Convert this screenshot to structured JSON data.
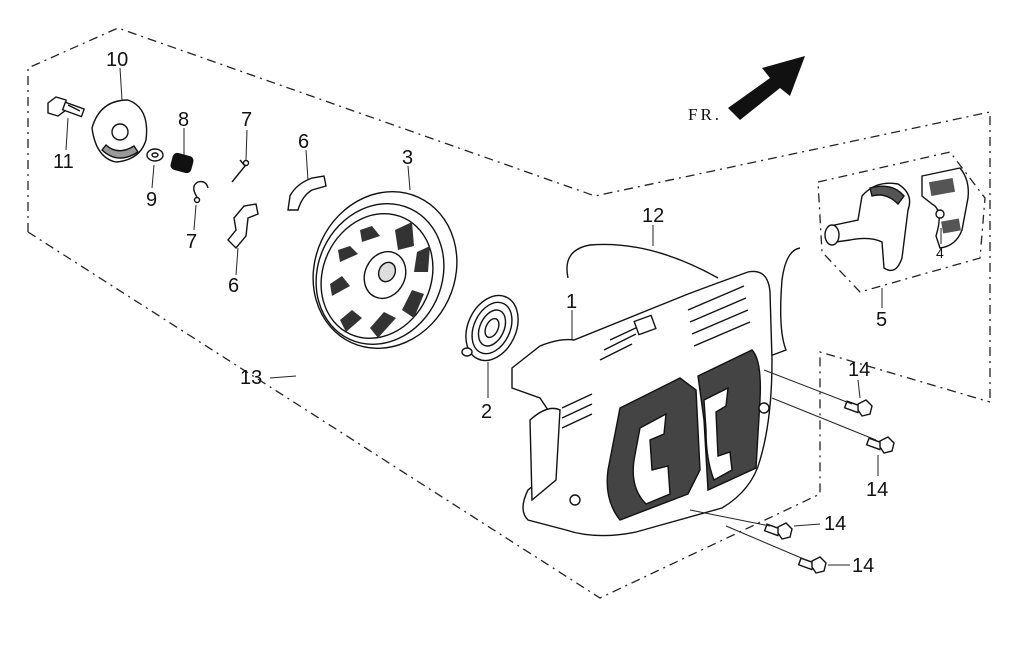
{
  "direction_label": "FR.",
  "callouts": {
    "c1": "1",
    "c2": "2",
    "c3": "3",
    "c4": "4",
    "c5": "5",
    "c6a": "6",
    "c6b": "6",
    "c7a": "7",
    "c7b": "7",
    "c8": "8",
    "c9": "9",
    "c10": "10",
    "c11": "11",
    "c12": "12",
    "c13": "13",
    "c14a": "14",
    "c14b": "14",
    "c14c": "14",
    "c14d": "14"
  },
  "colors": {
    "ink": "#111111",
    "mesh": "#555555",
    "shade": "#cfcfcf"
  }
}
